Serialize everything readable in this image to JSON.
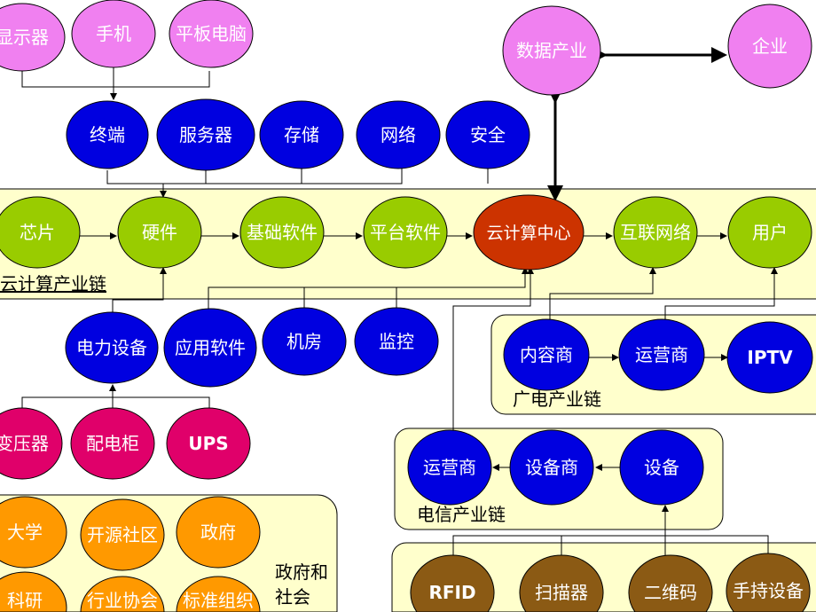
{
  "colors": {
    "pink": "#f080f0",
    "blue": "#0000e0",
    "green": "#99cc00",
    "red": "#cc3300",
    "magenta": "#e0006a",
    "orange": "#ff9900",
    "brown": "#8b5a14",
    "band": "#ffffcc"
  },
  "groups": {
    "cloud_chain": "云计算产业链",
    "broadcast_chain": "广电产业链",
    "telecom_chain": "电信产业链",
    "gov_society_line1": "政府和",
    "gov_society_line2": "社会"
  },
  "nodes": {
    "display": "显示器",
    "phone": "手机",
    "tablet": "平板电脑",
    "data_industry": "数据产业",
    "enterprise": "企业",
    "terminal": "终端",
    "server": "服务器",
    "storage": "存储",
    "network": "网络",
    "security": "安全",
    "chip": "芯片",
    "hardware": "硬件",
    "base_software": "基础软件",
    "platform_software": "平台软件",
    "cloud_center": "云计算中心",
    "internet": "互联网络",
    "user": "用户",
    "power_equipment": "电力设备",
    "app_software": "应用软件",
    "machine_room": "机房",
    "monitoring": "监控",
    "transformer": "变压器",
    "switchgear": "配电柜",
    "ups": "UPS",
    "content_provider": "内容商",
    "bc_operator": "运营商",
    "iptv": "IPTV",
    "tel_operator": "运营商",
    "equipment_vendor": "设备商",
    "equipment": "设备",
    "rfid": "RFID",
    "scanner": "扫描器",
    "qr_code": "二维码",
    "handheld": "手持设备",
    "university": "大学",
    "open_source": "开源社区",
    "government": "政府",
    "research": "科研",
    "industry_assoc": "行业协会",
    "standards_org": "标准组织"
  }
}
